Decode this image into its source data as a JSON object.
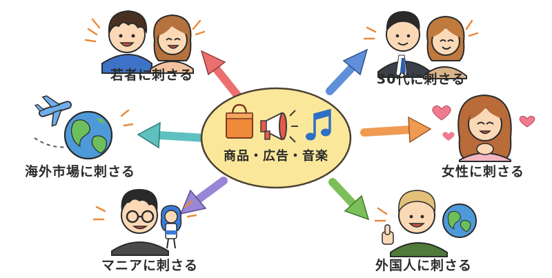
{
  "center": {
    "label": "商品・広告・音楽"
  },
  "targets": {
    "young": "若者に刺さる",
    "thirties": "30代に刺さる",
    "overseas": "海外市場に刺さる",
    "women": "女性に刺さる",
    "maniacs": "マニアに刺さる",
    "foreigners": "外国人に刺さる"
  },
  "colors": {
    "hub_fill": "#fbe79a",
    "hub_stroke": "#4a4030",
    "arrow_young": "#ec6f6f",
    "arrow_thirties": "#5f8fd8",
    "arrow_overseas": "#5ec1bf",
    "arrow_women": "#f19a52",
    "arrow_maniacs": "#9a86d6",
    "arrow_foreigners": "#7cbf5a"
  },
  "icons": [
    "shopping-bag-icon",
    "megaphone-icon",
    "music-note-icon",
    "airplane-icon",
    "globe-icon",
    "heart-icon"
  ]
}
